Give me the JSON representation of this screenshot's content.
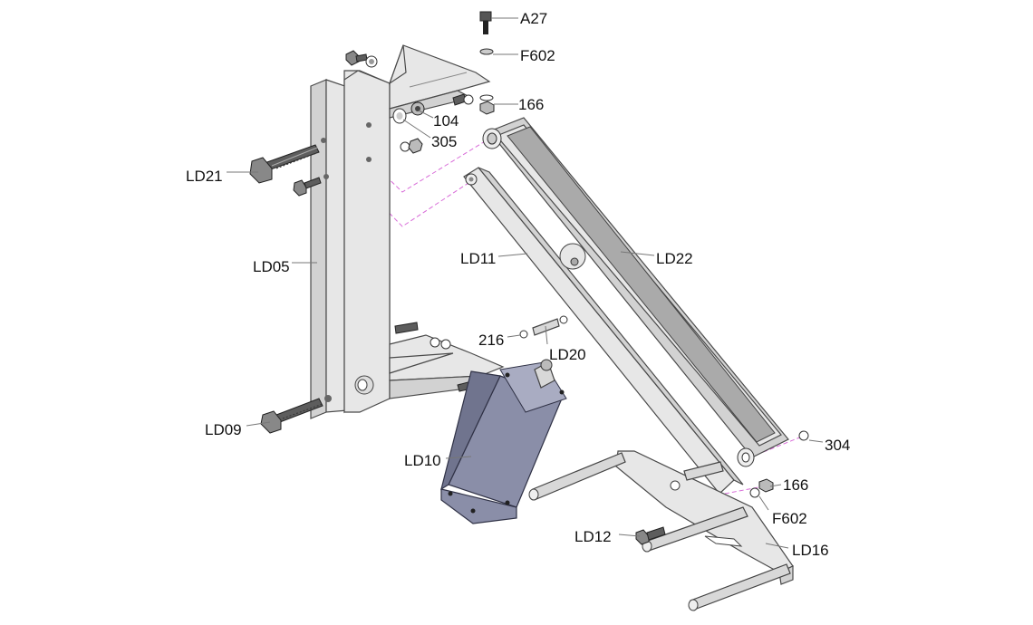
{
  "parts": [
    {
      "id": "a27",
      "label": "A27"
    },
    {
      "id": "f602-top",
      "label": "F602"
    },
    {
      "id": "166-top",
      "label": "166"
    },
    {
      "id": "104",
      "label": "104"
    },
    {
      "id": "305",
      "label": "305"
    },
    {
      "id": "ld21",
      "label": "LD21"
    },
    {
      "id": "ld05",
      "label": "LD05"
    },
    {
      "id": "ld11",
      "label": "LD11"
    },
    {
      "id": "ld22",
      "label": "LD22"
    },
    {
      "id": "216",
      "label": "216"
    },
    {
      "id": "ld20",
      "label": "LD20"
    },
    {
      "id": "ld09",
      "label": "LD09"
    },
    {
      "id": "ld10",
      "label": "LD10"
    },
    {
      "id": "304",
      "label": "304"
    },
    {
      "id": "166-bottom",
      "label": "166"
    },
    {
      "id": "f602-bottom",
      "label": "F602"
    },
    {
      "id": "ld12",
      "label": "LD12"
    },
    {
      "id": "ld16",
      "label": "LD16"
    }
  ],
  "colors": {
    "background": "#ffffff",
    "frame": "#e7e7e7",
    "cylinder": "#8a8ea8",
    "assembly_path": "#d86ad8"
  }
}
